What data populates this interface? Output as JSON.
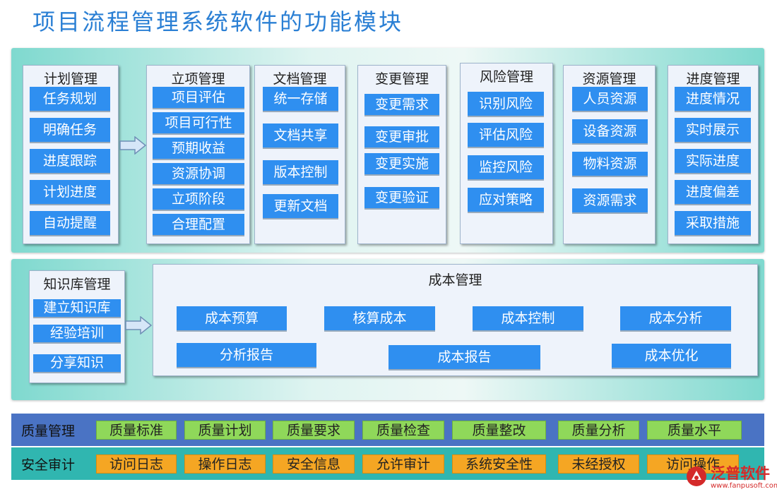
{
  "title": "项目流程管理系统软件的功能模块",
  "modules": [
    {
      "name": "计划管理",
      "items": [
        "任务规划",
        "明确任务",
        "进度跟踪",
        "计划进度",
        "自动提醒"
      ]
    },
    {
      "name": "立项管理",
      "items": [
        "项目评估",
        "项目可行性",
        "预期收益",
        "资源协调",
        "立项阶段",
        "合理配置"
      ]
    },
    {
      "name": "文档管理",
      "items": [
        "统一存储",
        "文档共享",
        "版本控制",
        "更新文档"
      ]
    },
    {
      "name": "变更管理",
      "items": [
        "变更需求",
        "变更审批",
        "变更实施",
        "变更验证"
      ]
    },
    {
      "name": "风险管理",
      "items": [
        "识别风险",
        "评估风险",
        "监控风险",
        "应对策略"
      ]
    },
    {
      "name": "资源管理",
      "items": [
        "人员资源",
        "设备资源",
        "物料资源",
        "资源需求"
      ]
    },
    {
      "name": "进度管理",
      "items": [
        "进度情况",
        "实时展示",
        "实际进度",
        "进度偏差",
        "采取措施"
      ]
    }
  ],
  "knowledge": {
    "name": "知识库管理",
    "items": [
      "建立知识库",
      "经验培训",
      "分享知识"
    ]
  },
  "cost": {
    "name": "成本管理",
    "items": [
      "成本预算",
      "核算成本",
      "成本控制",
      "成本分析",
      "分析报告",
      "成本报告",
      "成本优化"
    ]
  },
  "quality": {
    "label": "质量管理",
    "items": [
      "质量标准",
      "质量计划",
      "质量要求",
      "质量检查",
      "质量整改",
      "质量分析",
      "质量水平"
    ]
  },
  "security": {
    "label": "安全审计",
    "items": [
      "访问日志",
      "操作日志",
      "安全信息",
      "允许审计",
      "系统安全性",
      "未经授权",
      "访问操作"
    ]
  },
  "logo": {
    "cn": "泛普软件",
    "en": "www.fanpusoft.com"
  },
  "colors": {
    "button": "#2f8ff0",
    "band": "#7fd9cf",
    "quality_bar": "#4a73c4",
    "security_bar": "#30b6b0",
    "quality_chip": "#8fd85a",
    "security_chip": "#f5a623",
    "title": "#2a7fd4"
  }
}
